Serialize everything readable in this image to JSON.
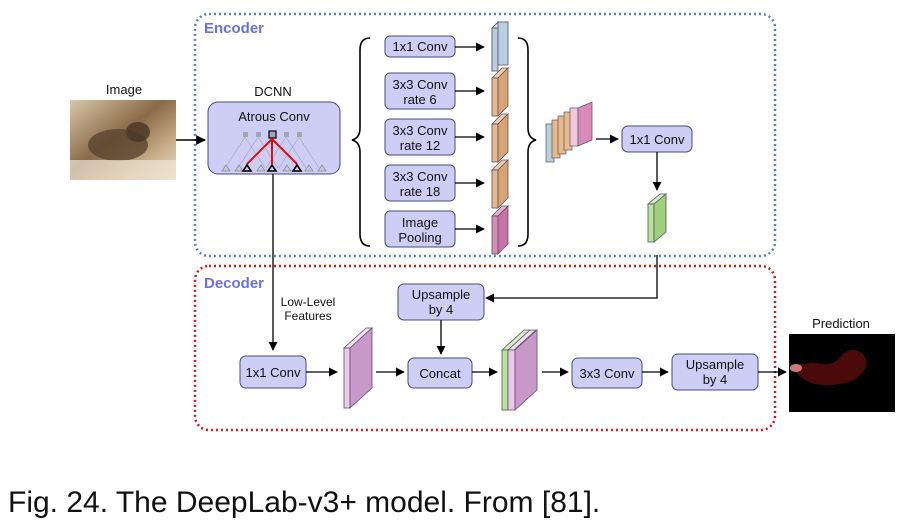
{
  "labels": {
    "encoder": "Encoder",
    "decoder": "Decoder",
    "image": "Image",
    "dcnn": "DCNN",
    "atrous": "Atrous Conv",
    "enc_conv1": "1x1 Conv",
    "rate6_l1": "3x3 Conv",
    "rate6_l2": "rate 6",
    "rate12_l1": "3x3 Conv",
    "rate12_l2": "rate 12",
    "rate18_l1": "3x3 Conv",
    "rate18_l2": "rate 18",
    "pool_l1": "Image",
    "pool_l2": "Pooling",
    "enc_conv_out": "1x1 Conv",
    "lowlevel_l1": "Low-Level",
    "lowlevel_l2": "Features",
    "up1_l1": "Upsample",
    "up1_l2": "by 4",
    "dec_conv1": "1x1 Conv",
    "concat": "Concat",
    "conv33": "3x3 Conv",
    "up2_l1": "Upsample",
    "up2_l2": "by 4",
    "prediction": "Prediction"
  },
  "caption": "Fig. 24. The DeepLab-v3+ model. From [81].",
  "colors": {
    "encoder_border": "#5b7fc4",
    "decoder_border": "#d01818",
    "encoder_title": "#6a72d8",
    "decoder_title": "#6a72d8",
    "box_fill": "#cdcdf5",
    "box_stroke": "#4a4a7a",
    "blue_feature": "#b8cfe0",
    "orange_feature": "#e8b98a",
    "pink_feature": "#d98ab8",
    "green_feature": "#b9e39a",
    "mauve_feature": "#c898c8",
    "light_pink_feature": "#f0c8ee",
    "atrous_red": "#e01010"
  }
}
